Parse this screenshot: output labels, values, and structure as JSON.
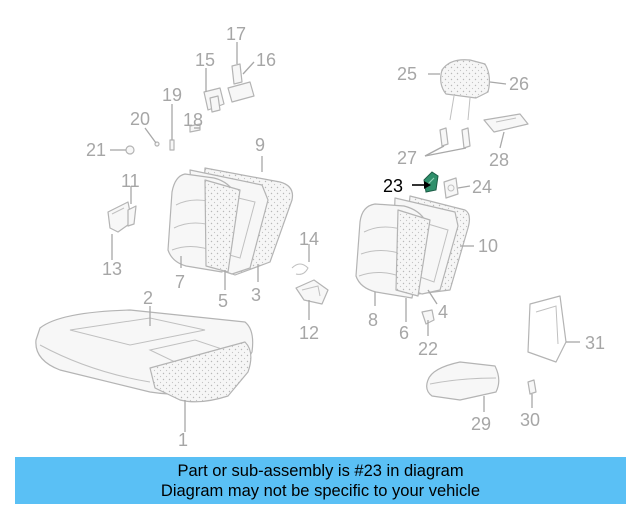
{
  "diagram": {
    "callouts": [
      "1",
      "2",
      "3",
      "4",
      "5",
      "6",
      "7",
      "8",
      "9",
      "10",
      "11",
      "12",
      "13",
      "14",
      "15",
      "16",
      "17",
      "18",
      "19",
      "20",
      "21",
      "22",
      "23",
      "24",
      "25",
      "26",
      "27",
      "28",
      "29",
      "30",
      "31"
    ],
    "highlighted_callout": "23",
    "highlight_color": "#2f8f6b"
  },
  "banner": {
    "line1": "Part or sub-assembly is #23 in diagram",
    "line2": "Diagram may not be specific to your vehicle",
    "background": "#5ac0f5"
  }
}
